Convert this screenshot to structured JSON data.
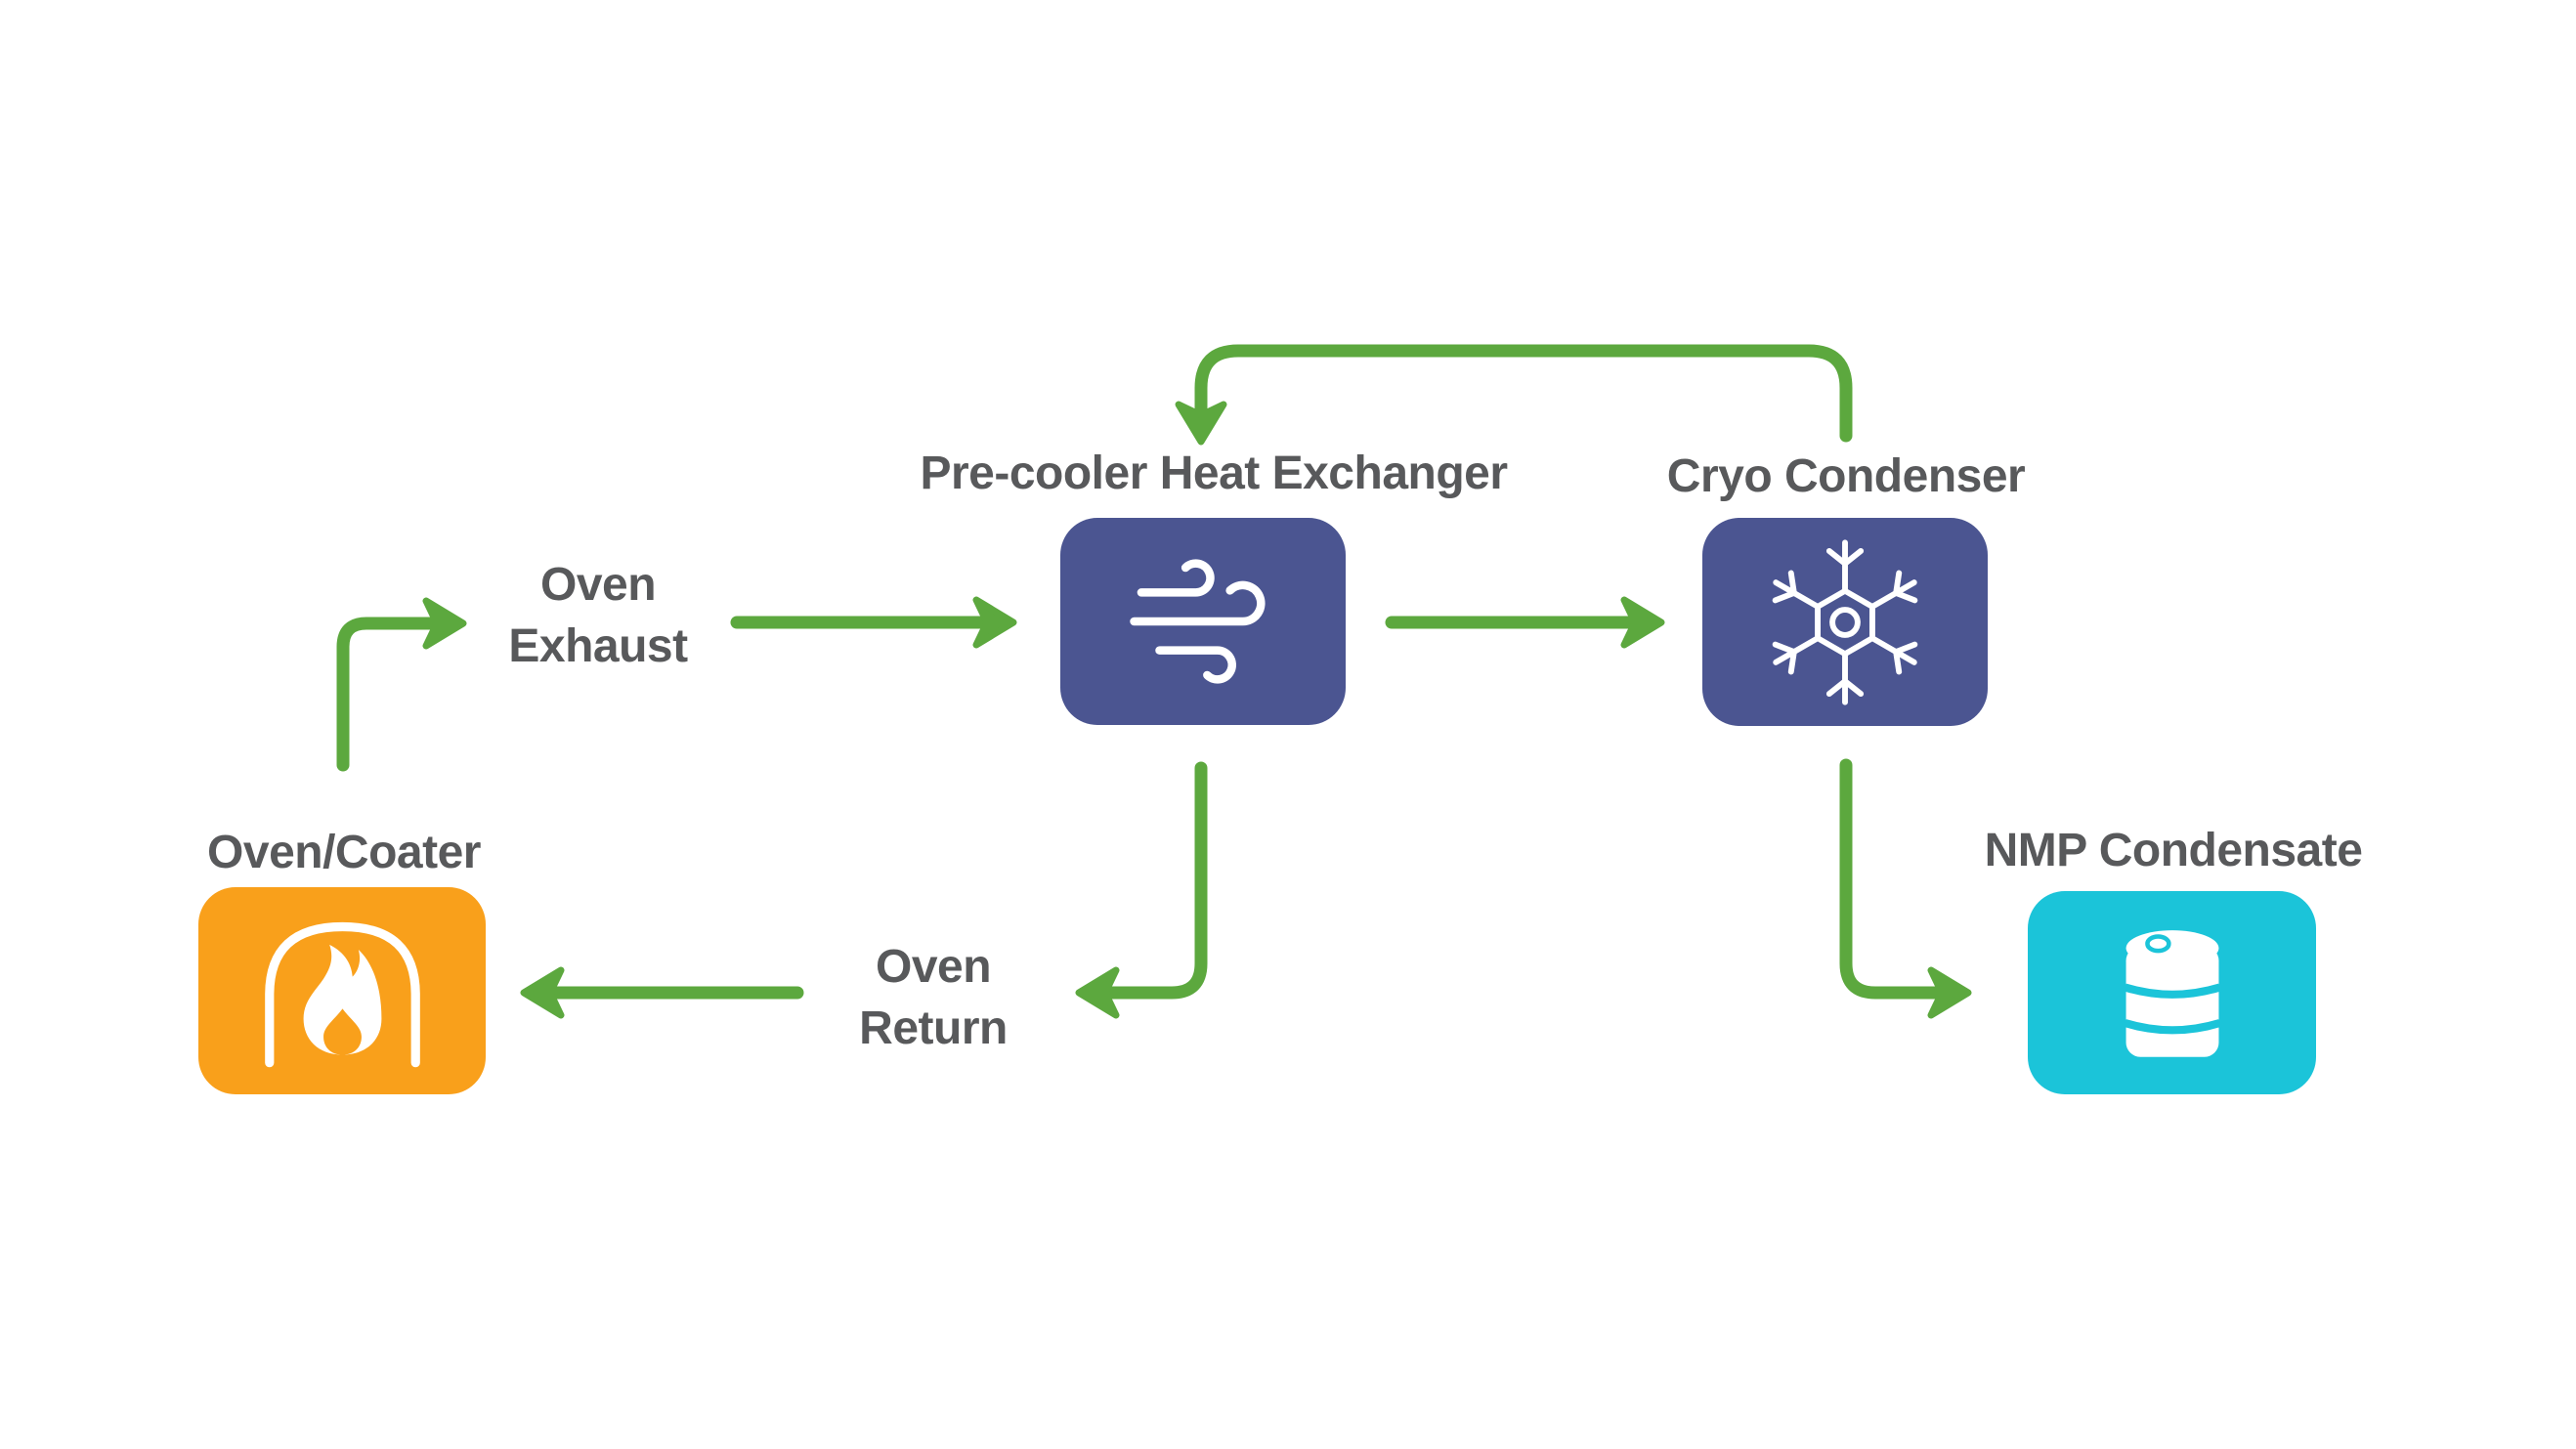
{
  "diagram": {
    "background": "#FFFFFF",
    "colors": {
      "arrow_green": "#5CA83E",
      "node_orange": "#F9A01B",
      "node_indigo": "#4B5591",
      "node_cyan": "#1BC4D9",
      "label_gray": "#58595B"
    },
    "nodes": [
      {
        "id": "oven_coater",
        "label": "Oven/Coater",
        "color": "#F9A01B",
        "icon": "oven-flame-icon"
      },
      {
        "id": "precooler",
        "label": "Pre-cooler Heat Exchanger",
        "color": "#4B5591",
        "icon": "wind-icon"
      },
      {
        "id": "cryo",
        "label": "Cryo Condenser",
        "color": "#4B5591",
        "icon": "snowflake-icon"
      },
      {
        "id": "nmp",
        "label": "NMP Condensate",
        "color": "#1BC4D9",
        "icon": "barrel-icon"
      }
    ],
    "edges": [
      {
        "id": "oven_exhaust",
        "from": "oven_coater",
        "to": "precooler",
        "label_line1": "Oven",
        "label_line2": "Exhaust"
      },
      {
        "id": "precooler_to_cryo",
        "from": "precooler",
        "to": "cryo"
      },
      {
        "id": "cryo_recycle_loop",
        "from": "cryo",
        "to": "precooler"
      },
      {
        "id": "oven_return",
        "from": "precooler",
        "to": "oven_coater",
        "label_line1": "Oven",
        "label_line2": "Return"
      },
      {
        "id": "cryo_to_nmp",
        "from": "cryo",
        "to": "nmp"
      }
    ]
  }
}
